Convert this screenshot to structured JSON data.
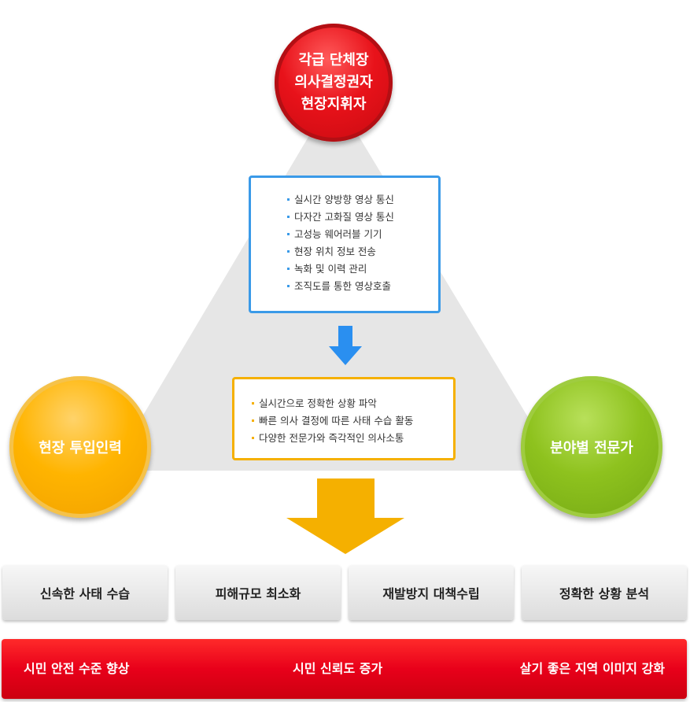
{
  "nodes": {
    "top": {
      "lines": [
        "각급 단체장",
        "의사결정권자",
        "현장지휘자"
      ]
    },
    "left": {
      "label": "현장 투입인력"
    },
    "right": {
      "label": "분야별 전문가"
    }
  },
  "features": [
    "실시간 양방향 영상 통신",
    "다자간 고화질 영상 통신",
    "고성능 웨어러블 기기",
    "현장 위치 정보 전송",
    "녹화 및 이력 관리",
    "조직도를 통한 영상호출"
  ],
  "effects": [
    "실시간으로 정확한 상황 파악",
    "빠른 의사 결정에 따른 사태 수습 활동",
    "다양한 전문가와 즉각적인 의사소통"
  ],
  "outcomes": [
    "신속한 사태 수습",
    "피해규모 최소화",
    "재발방지 대책수립",
    "정확한 상황 분석"
  ],
  "results": [
    "시민 안전 수준 향상",
    "시민 신뢰도 증가",
    "살기 좋은 지역 이미지 강화"
  ],
  "colors": {
    "triangle": "#e6e6e6",
    "top_circle": "#e8121a",
    "left_circle": "#ffb400",
    "right_circle": "#8ec21e",
    "features_border": "#3a9ae8",
    "effects_border": "#f5b000",
    "blue_arrow": "#2a8ff0",
    "orange_arrow": "#f5b000",
    "result_bar": "#e8001a"
  }
}
